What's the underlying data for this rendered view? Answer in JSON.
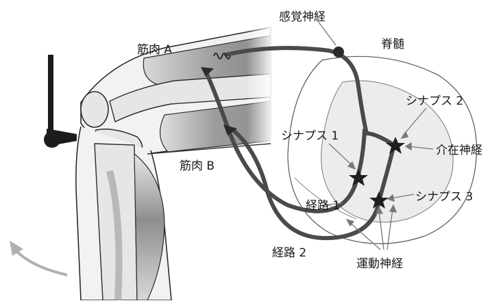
{
  "labels": {
    "sensory_nerve": "感覚神経",
    "spinal_cord": "脊髄",
    "muscle_a": "筋肉 A",
    "muscle_b": "筋肉 B",
    "synapse_1": "シナプス 1",
    "synapse_2": "シナプス 2",
    "synapse_3": "シナプス 3",
    "interneuron": "介在神経",
    "path_1": "経路 1",
    "path_2": "経路 2",
    "motor_nerve": "運動神経"
  },
  "colors": {
    "nerve": "#4a4a4a",
    "bone_fill": "#e6e6e6",
    "outline": "#2b2b2b",
    "muscle_shade": "#a8a8a8",
    "arrow_gray": "#b0b0b0",
    "hammer": "#1c1c1c"
  }
}
